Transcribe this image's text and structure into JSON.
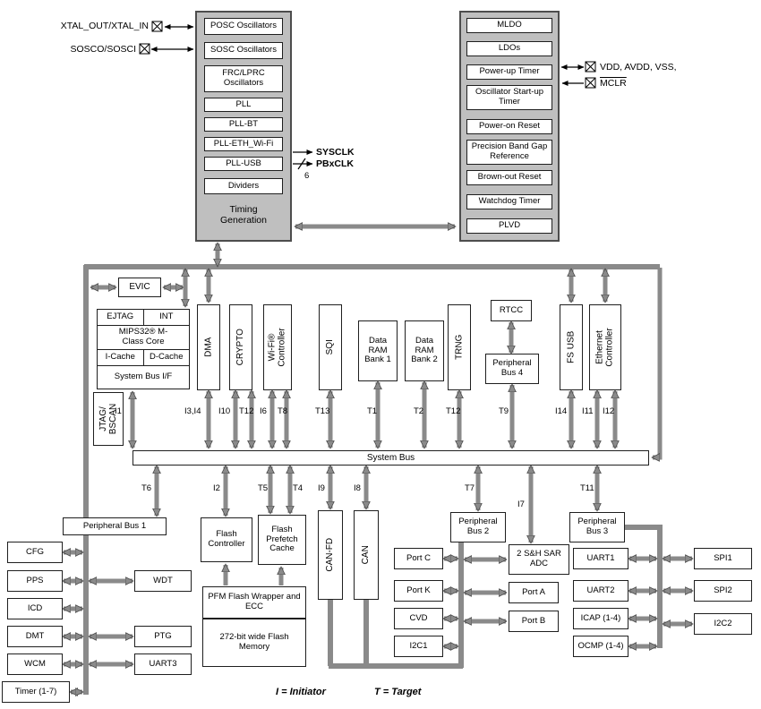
{
  "timing": {
    "title": "Timing Generation",
    "modules": [
      "POSC Oscillators",
      "SOSC Oscillators",
      "FRC/LPRC Oscillators",
      "PLL",
      "PLL-BT",
      "PLL-ETH_Wi-Fi",
      "PLL-USB",
      "Dividers"
    ],
    "pin_xtal": "XTAL_OUT/XTAL_IN",
    "pin_sosc": "SOSCO/SOSCI",
    "out_sysclk": "SYSCLK",
    "out_pbxclk": "PBxCLK",
    "bus_width": "6"
  },
  "power": {
    "modules": [
      "MLDO",
      "LDOs",
      "Power-up Timer",
      "Oscillator Start-up Timer",
      "Power-on Reset",
      "Precision Band Gap Reference",
      "Brown-out Reset",
      "Watchdog Timer",
      "PLVD"
    ],
    "pin_supplies": "VDD, AVDD, VSS,",
    "pin_mclr": "MCLR"
  },
  "core": {
    "evic": "EVIC",
    "ejtag": "EJTAG",
    "int": "INT",
    "mips": "MIPS32® M-Class Core",
    "icache": "I-Cache",
    "dcache": "D-Cache",
    "sysbus_if": "System Bus I/F",
    "jtag_bscan": "JTAG/ BSCAN"
  },
  "modules": {
    "dma": "DMA",
    "crypto": "CRYPTO",
    "wifi": "Wi-Fi® Controller",
    "sqi": "SQI",
    "ram1": "Data RAM Bank 1",
    "ram2": "Data RAM Bank 2",
    "trng": "TRNG",
    "rtcc": "RTCC",
    "pb4": "Peripheral Bus 4",
    "fsusb": "FS USB",
    "eth": "Ethernet Controller"
  },
  "system_bus": "System Bus",
  "bottom": {
    "pb1": "Peripheral Bus 1",
    "flash_ctrl": "Flash Controller",
    "flash_cache": "Flash Prefetch Cache",
    "canfd": "CAN-FD",
    "can": "CAN",
    "pb2": "Peripheral Bus 2",
    "pb3": "Peripheral Bus 3",
    "pfm": "PFM Flash Wrapper and ECC",
    "flash_mem": "272-bit wide Flash Memory",
    "cfg": "CFG",
    "pps": "PPS",
    "icd": "ICD",
    "dmt": "DMT",
    "wcm": "WCM",
    "timer": "Timer (1-7)",
    "wdt": "WDT",
    "ptg": "PTG",
    "uart3": "UART3",
    "portc": "Port C",
    "portk": "Port K",
    "cvd": "CVD",
    "i2c1": "I2C1",
    "adc": "2 S&H SAR ADC",
    "porta": "Port A",
    "portb": "Port B",
    "uart1": "UART1",
    "uart2": "UART2",
    "icap": "ICAP (1-4)",
    "ocmp": "OCMP (1-4)",
    "spi1": "SPI1",
    "spi2": "SPI2",
    "i2c2": "I2C2"
  },
  "tags": {
    "i1": "I1",
    "i34": "I3,I4",
    "i10": "I10",
    "t12_crypto": "T12",
    "i6": "I6",
    "t8": "T8",
    "t13": "T13",
    "t1": "T1",
    "t2": "T2",
    "t12_trng": "T12",
    "t9": "T9",
    "i14": "I14",
    "i11": "I11",
    "i12": "I12",
    "t6": "T6",
    "i2": "I2",
    "t5": "T5",
    "t4": "T4",
    "i9": "I9",
    "i8": "I8",
    "t7": "T7",
    "i7": "I7",
    "t11": "T11"
  },
  "legend": {
    "initiator": "I = Initiator",
    "target": "T = Target"
  },
  "colors": {
    "wire_gray": "#8a8a8a",
    "panel_gray": "#bfbfbf"
  }
}
